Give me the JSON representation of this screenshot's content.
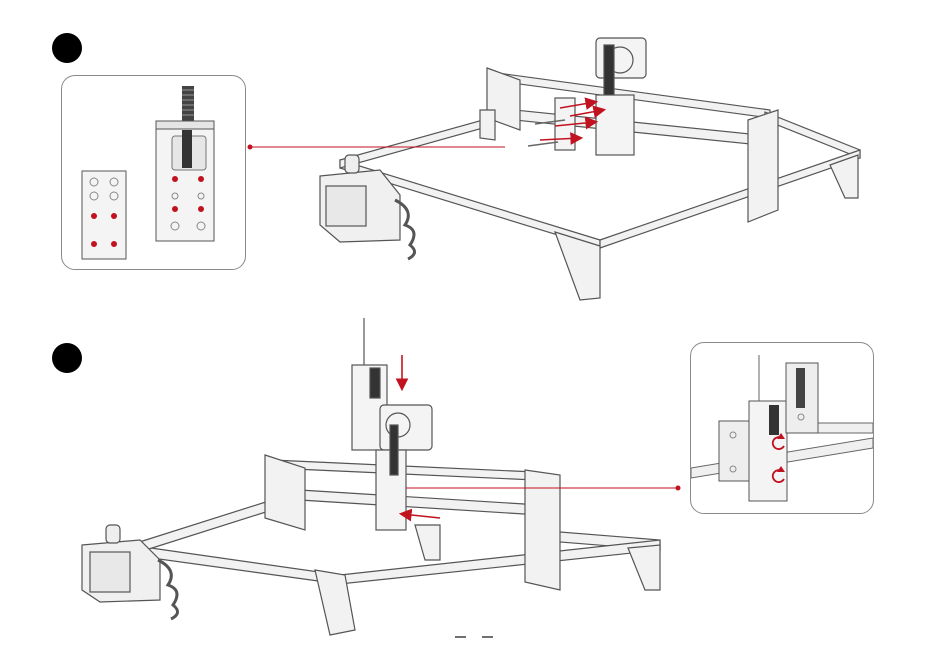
{
  "colors": {
    "accent": "#c1121f",
    "frame": "#555555",
    "fill": "#f2f2f2",
    "badge": "#000000"
  },
  "steps": [
    {
      "badge": ""
    },
    {
      "badge": ""
    }
  ],
  "icons": {
    "step_badge": "filled-circle",
    "insert_arrow": "red-arrow",
    "rotate": "clockwise-rotate-icon",
    "leader": "callout-leader-line"
  }
}
